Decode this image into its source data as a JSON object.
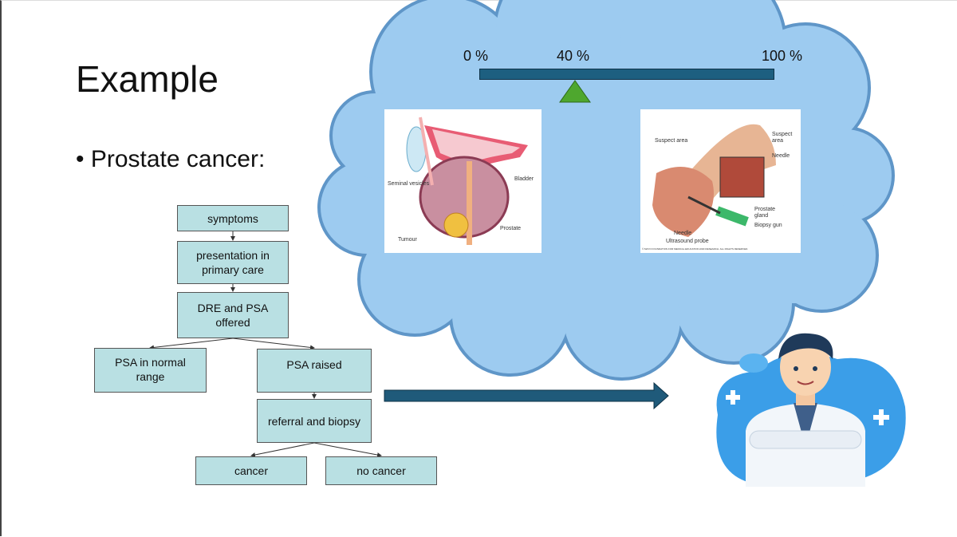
{
  "slide": {
    "title": "Example",
    "bullet": "• Prostate cancer:"
  },
  "flowchart": {
    "symptoms": "symptoms",
    "presentation": "presentation in primary care",
    "dre_psa": "DRE and PSA offered",
    "psa_normal": "PSA in normal range",
    "psa_raised": "PSA raised",
    "referral": "referral and biopsy",
    "cancer": "cancer",
    "no_cancer": "no cancer"
  },
  "scale": {
    "min_label": "0 %",
    "marker_label": "40 %",
    "max_label": "100 %",
    "marker_value_percent": 40
  },
  "anatomy_image": {
    "labels": {
      "seminal": "Seminal vesicles",
      "bladder": "Bladder",
      "prostate": "Prostate",
      "tumour": "Tumour"
    }
  },
  "biopsy_image": {
    "labels": {
      "suspect_left": "Suspect area",
      "suspect_right": "Suspect area",
      "needle_right": "Needle",
      "prostate_gland": "Prostate gland",
      "biopsy_gun": "Biopsy gun",
      "needle_bottom": "Needle",
      "probe": "Ultrasound probe"
    },
    "copyright": "© MAYO FOUNDATION FOR MEDICAL EDUCATION AND RESEARCH. ALL RIGHTS RESERVED."
  },
  "colors": {
    "box_fill": "#b9e0e3",
    "cloud_fill": "#9dcbf0",
    "bar": "#1d5f80",
    "marker": "#4ea72e"
  }
}
